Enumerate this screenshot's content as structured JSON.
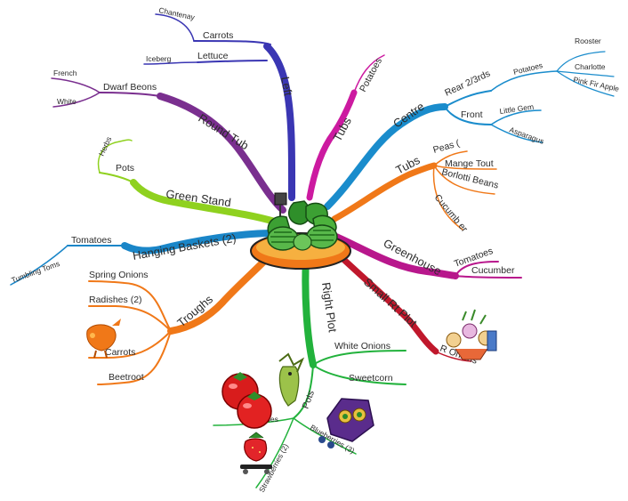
{
  "colors": {
    "left": "#3a36b3",
    "round_tub": "#7a2f8f",
    "green_stand": "#8fd11f",
    "hanging_baskets": "#1a86c8",
    "troughs": "#f07818",
    "right_plot": "#22b23c",
    "small_rt_plot": "#c0182c",
    "greenhouse": "#b8178c",
    "tubs_right": "#f07818",
    "centre": "#1a8ccc",
    "tubs_top": "#cc1aa0"
  },
  "branches": {
    "left": {
      "label": "Left",
      "carrots": "Carrots",
      "chantenay": "Chantenay",
      "lettuce": "Lettuce",
      "iceberg": "Iceberg"
    },
    "round_tub": {
      "label": "Round Tub",
      "dwarf_beans": "Dwarf Beons",
      "french": "French",
      "white": "White"
    },
    "green_stand": {
      "label": "Green Stand",
      "pots": "Pots",
      "herbs": "Herbs"
    },
    "hanging_baskets": {
      "label": "Hanging Baskets (2)",
      "tomatoes": "Tomatoes",
      "tumbling_toms": "Tumbling Toms"
    },
    "troughs": {
      "label": "Troughs",
      "spring_onions": "Spring Onions",
      "radishes": "Radishes (2)",
      "carrots": "Carrots",
      "beetroot": "Beetroot"
    },
    "right_plot": {
      "label": "Right Plot",
      "white_onions": "White Onions",
      "sweetcorn": "Sweetcorn",
      "pots": "Pots",
      "tomatoes": "Tomatoes",
      "blueberries": "Blueberries (3)",
      "strawberries": "Strawberries (2)"
    },
    "small_rt_plot": {
      "label": "Small Rt Plot",
      "r_onions": "R Onions"
    },
    "greenhouse": {
      "label": "Greenhouse",
      "tomatoes": "Tomatoes",
      "cucumber": "Cucumber"
    },
    "tubs_right": {
      "label": "Tubs",
      "peas": "Peas (",
      "mange_tout": "Mange Tout",
      "borlotti_beans": "Borlotti Beans",
      "cucumber": "Cucumb er"
    },
    "centre": {
      "label": "Centre",
      "rear": "Rear 2/3rds",
      "potatoes": "Potatoes",
      "rooster": "Rooster",
      "charlotte": "Charlotte",
      "pink_fir_apple": "Pink Fir Apple",
      "front": "Front",
      "little_gem": "Little Gem",
      "asparagus": "Asparagus"
    },
    "tubs_top": {
      "label": "Tubs",
      "potatoes": "Potatoes"
    }
  }
}
